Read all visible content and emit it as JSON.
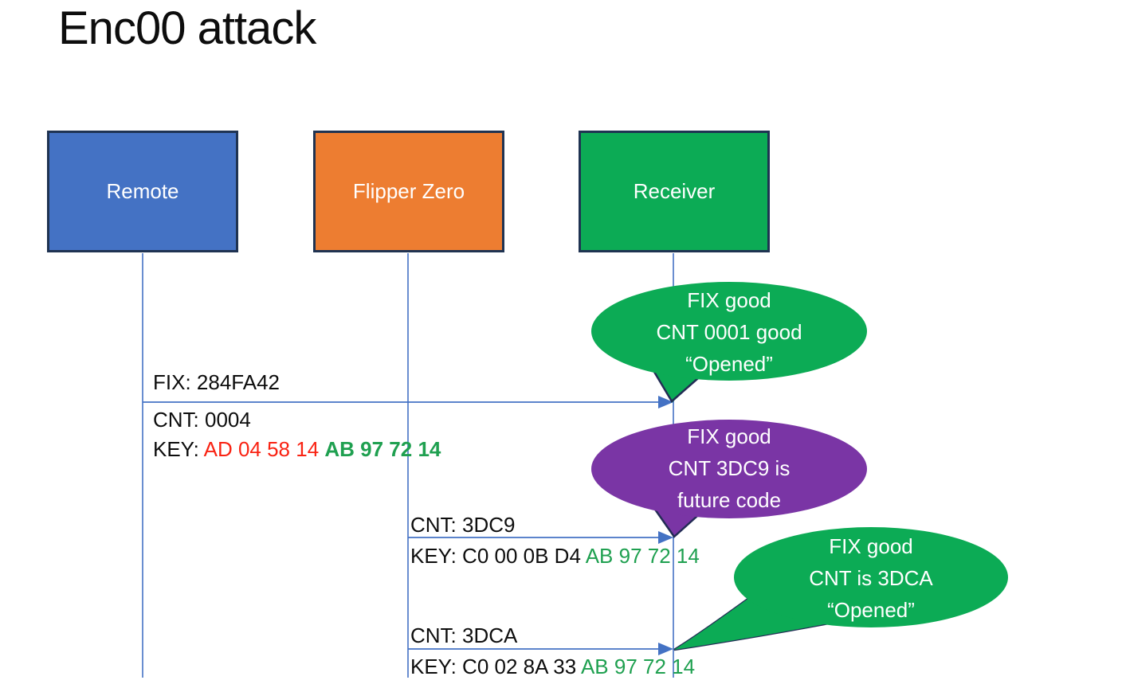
{
  "title": "Enc00 attack",
  "colors": {
    "remote_blue": "#4472C4",
    "flipper_orange": "#ED7D31",
    "receiver_green": "#0CAB55",
    "callout_green": "#0CAB55",
    "callout_purple": "#7A35A5",
    "outline_navy": "#232C55",
    "line_blue": "#4472C4",
    "key_red": "#F92313",
    "key_green": "#1FA050",
    "text_black": "#0d0d0d"
  },
  "actors": [
    {
      "label": "Remote"
    },
    {
      "label": "Flipper Zero"
    },
    {
      "label": "Receiver"
    }
  ],
  "messages": [
    {
      "fix": "FIX: 284FA42",
      "cnt": "CNT: 0004",
      "key_prefix": "KEY: ",
      "key_red": "AD 04 58 14 ",
      "key_green": "AB 97 72 14"
    },
    {
      "cnt": "CNT: 3DC9",
      "key_prefix": "KEY: C0 00 0B D4 ",
      "key_green": "AB 97 72 14"
    },
    {
      "cnt": "CNT: 3DCA",
      "key_prefix": "KEY: C0 02 8A 33 ",
      "key_green": "AB 97 72 14"
    }
  ],
  "callouts": [
    {
      "lines": [
        "FIX good",
        "CNT 0001 good",
        "“Opened”"
      ]
    },
    {
      "lines": [
        "FIX good",
        "CNT 3DC9 is",
        "future code"
      ]
    },
    {
      "lines": [
        "FIX good",
        "CNT is 3DCA",
        "“Opened”"
      ]
    }
  ]
}
